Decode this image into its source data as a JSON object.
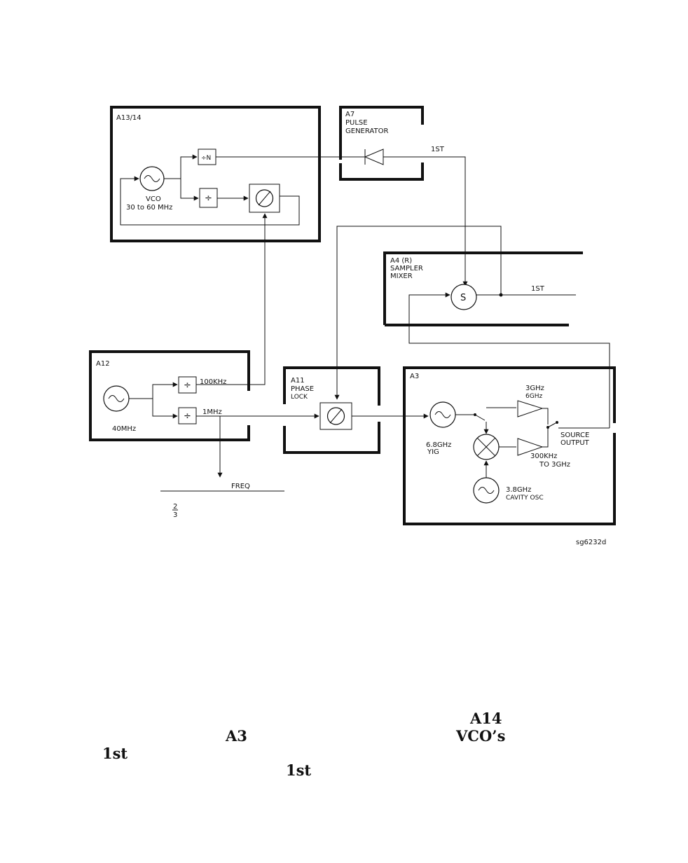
{
  "blocks": {
    "a13": {
      "name": "A13/14",
      "vco_label": "VCO",
      "vco_range": "30 to 60 MHz",
      "div_n": "÷N",
      "div": "÷"
    },
    "a7": {
      "name": "A7",
      "line1": "PULSE",
      "line2": "GENERATOR",
      "out_label": "1ST"
    },
    "a4": {
      "name": "A4 (R)",
      "line1": "SAMPLER",
      "line2": "MIXER",
      "sampler": "S",
      "out_label": "1ST"
    },
    "a12": {
      "name": "A12",
      "osc_freq": "40MHz",
      "out1": "100KHz",
      "out2": "1MHz",
      "div": "÷"
    },
    "a11": {
      "name": "A11",
      "line1": "PHASE",
      "line2": "LOCK"
    },
    "a3": {
      "name": "A3",
      "yig1": "6.8GHz",
      "yig2": "YIG",
      "high_band1": "3GHz",
      "high_band2": "6GHz",
      "low_band1": "300KHz",
      "low_band2": "TO 3GHz",
      "cavity1": "3.8GHz",
      "cavity2": "CAVITY OSC",
      "source1": "SOURCE",
      "source2": "OUTPUT"
    }
  },
  "freq_label": "FREQ",
  "frac_top": "2",
  "frac_bottom": "3",
  "figure_id": "sg6232d",
  "fragments": {
    "a14": "A14",
    "a3": "A3",
    "vcos": "VCO’s",
    "first1": "1st",
    "first2": "1st"
  }
}
